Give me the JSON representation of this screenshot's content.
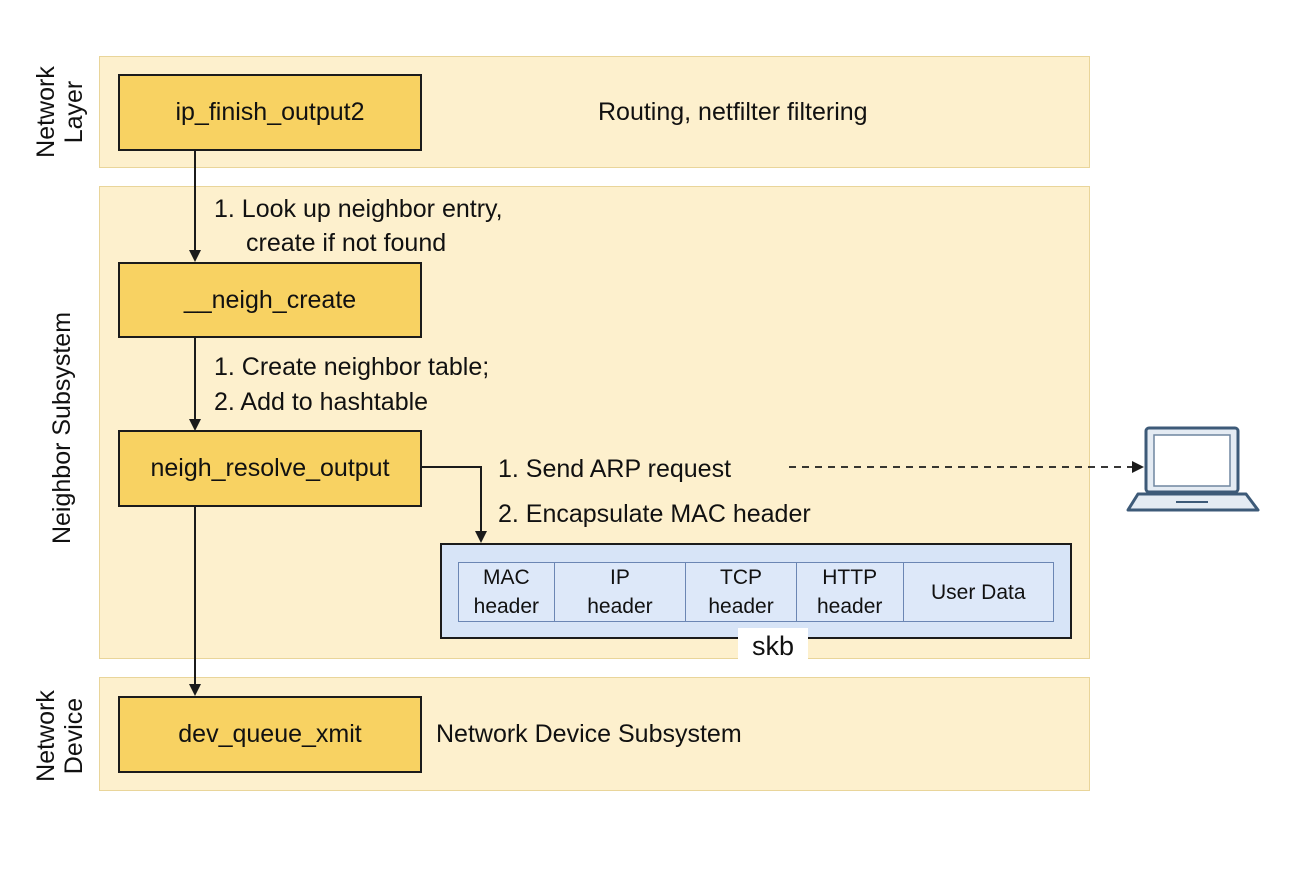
{
  "layers": {
    "network_layer": {
      "label": "Network\nLayer",
      "description": "Routing, netfilter filtering"
    },
    "neighbor_subsystem": {
      "label": "Neighbor Subsystem"
    },
    "network_device": {
      "label": "Network\nDevice",
      "description": "Network Device Subsystem"
    }
  },
  "nodes": {
    "ip_finish_output2": "ip_finish_output2",
    "neigh_create": "__neigh_create",
    "neigh_resolve_output": "neigh_resolve_output",
    "dev_queue_xmit": "dev_queue_xmit"
  },
  "steps": {
    "lookup": {
      "line1": "1. Look up neighbor entry,",
      "line2": "create if not found"
    },
    "create": {
      "line1": "1. Create neighbor table;",
      "line2": "2. Add to hashtable"
    },
    "resolve": {
      "line1": "1. Send ARP request",
      "line2": "2. Encapsulate MAC header"
    }
  },
  "skb": {
    "label": "skb",
    "fields": [
      "MAC\nheader",
      "IP\nheader",
      "TCP\nheader",
      "HTTP\nheader",
      "User Data"
    ]
  },
  "icons": {
    "remote_host": "laptop-icon"
  },
  "colors": {
    "band_fill": "#fdf0cd",
    "node_fill": "#f8d262",
    "skb_fill": "#d7e4f7",
    "laptop_stroke": "#3d5a78"
  }
}
